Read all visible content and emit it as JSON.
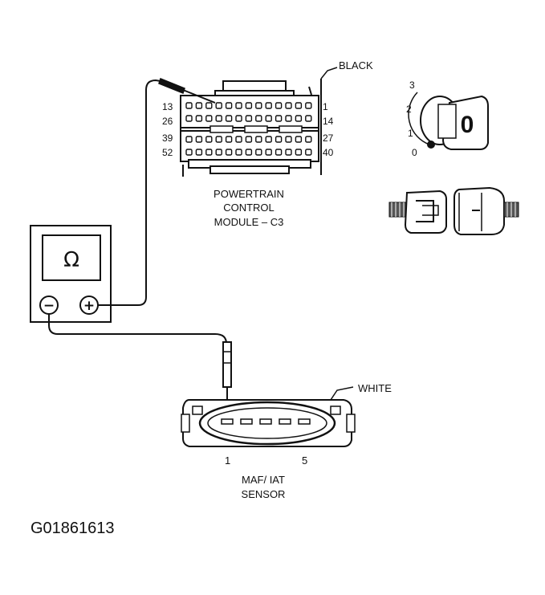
{
  "connector_color": "BLACK",
  "module": {
    "line1": "POWERTRAIN",
    "line2": "CONTROL",
    "line3": "MODULE – C3"
  },
  "pin_labels": {
    "left": [
      "13",
      "26",
      "39",
      "52"
    ],
    "right": [
      "1",
      "14",
      "27",
      "40"
    ]
  },
  "ignition": {
    "positions": [
      "3",
      "2",
      "1",
      "0"
    ]
  },
  "meter": {
    "display_symbol": "Ω",
    "negative_symbol": "−",
    "positive_symbol": "+"
  },
  "sensor": {
    "connector_color": "WHITE",
    "pin_first": "1",
    "pin_last": "5",
    "line1": "MAF/ IAT",
    "line2": "SENSOR"
  },
  "figure_id": "G01861613"
}
